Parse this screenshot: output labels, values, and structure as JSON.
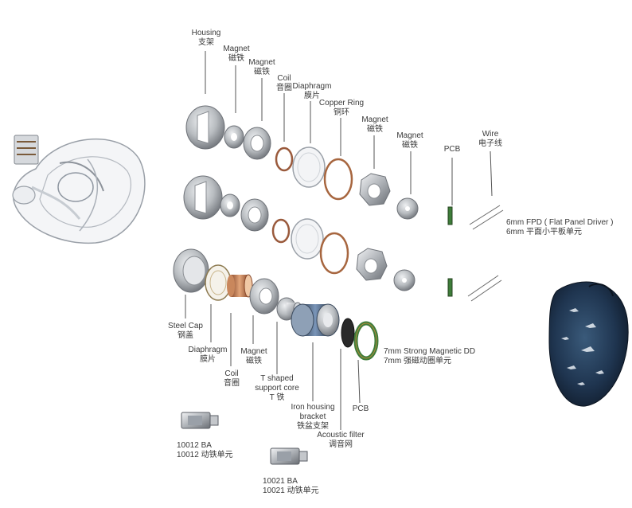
{
  "labels": {
    "housing": {
      "en": "Housing",
      "zh": "支架"
    },
    "magnet1": {
      "en": "Magnet",
      "zh": "磁铁"
    },
    "magnet2": {
      "en": "Magnet",
      "zh": "磁铁"
    },
    "coil_top": {
      "en": "Coil",
      "zh": "音圈"
    },
    "diaphragm_top": {
      "en": "Diaphragm",
      "zh": "膜片"
    },
    "copper_ring": {
      "en": "Copper Ring",
      "zh": "铜环"
    },
    "magnet3": {
      "en": "Magnet",
      "zh": "磁铁"
    },
    "magnet4": {
      "en": "Magnet",
      "zh": "磁铁"
    },
    "pcb_top": {
      "en": "PCB"
    },
    "wire": {
      "en": "Wire",
      "zh": "电子线"
    },
    "fpd": {
      "en": "6mm FPD ( Flat Panel Driver )",
      "zh": "6mm 平面小平板单元"
    },
    "steel_cap": {
      "en": "Steel Cap",
      "zh": "钢盖"
    },
    "diaphragm_dd": {
      "en": "Diaphragm",
      "zh": "膜片"
    },
    "coil_dd": {
      "en": "Coil",
      "zh": "音圈"
    },
    "magnet_dd": {
      "en": "Magnet",
      "zh": "磁铁"
    },
    "t_core": {
      "en1": "T shaped",
      "en2": "support core",
      "zh": "T 铁"
    },
    "iron_bracket": {
      "en1": "Iron housing",
      "en2": "bracket",
      "zh": "铁盆支架"
    },
    "acoustic": {
      "en": "Acoustic filter",
      "zh": "调音网"
    },
    "pcb_dd": {
      "en": "PCB"
    },
    "dd": {
      "en": "7mm Strong Magnetic DD",
      "zh": "7mm 强磁动圈单元"
    },
    "ba1": {
      "en": "10012 BA",
      "zh": "10012 动铁单元"
    },
    "ba2": {
      "en": "10021 BA",
      "zh": "10021 动铁单元"
    }
  },
  "colors": {
    "metal": "#b8bcc0",
    "metal_dark": "#7c8086",
    "copper": "#b5704a",
    "pcb_green": "#3e7d3a",
    "shell_dark": "#1a2a3c",
    "line": "#555555"
  }
}
